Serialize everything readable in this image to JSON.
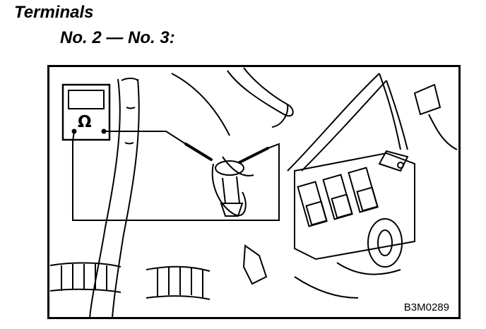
{
  "title": "Terminals",
  "subtitle": "No. 2 — No. 3:",
  "figure": {
    "meter_symbol": "Ω",
    "code": "B3M0289",
    "icon": "ohmmeter-icon"
  }
}
